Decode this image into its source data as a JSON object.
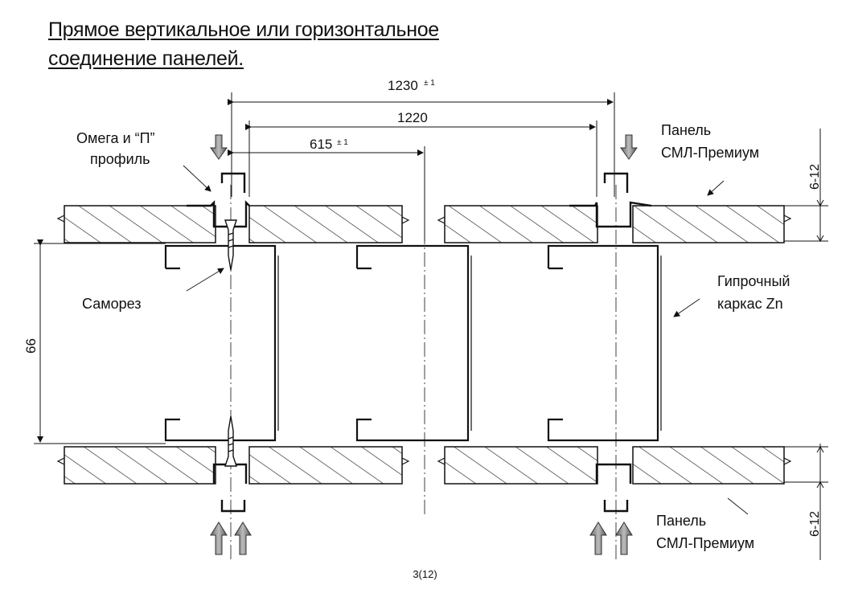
{
  "title": {
    "line1": "Прямое вертикальное или горизонтальное",
    "line2": "соединение панелей."
  },
  "dimensions": {
    "d1230": "1230",
    "d1230_tol": "± 1",
    "d1220": "1220",
    "d615": "615",
    "d615_tol": "± 1",
    "d66": "66",
    "d612_top": "6-12",
    "d612_bottom": "6-12"
  },
  "labels": {
    "omega_line1": "Омега и “П”",
    "omega_line2": "профиль",
    "panel_top_line1": "Панель",
    "panel_top_line2": "СМЛ-Премиум",
    "screw": "Саморез",
    "frame_line1": "Гипрочный",
    "frame_line2": "каркас Zn",
    "panel_bottom_line1": "Панель",
    "panel_bottom_line2": "СМЛ-Премиум"
  },
  "page_number": "3(12)"
}
